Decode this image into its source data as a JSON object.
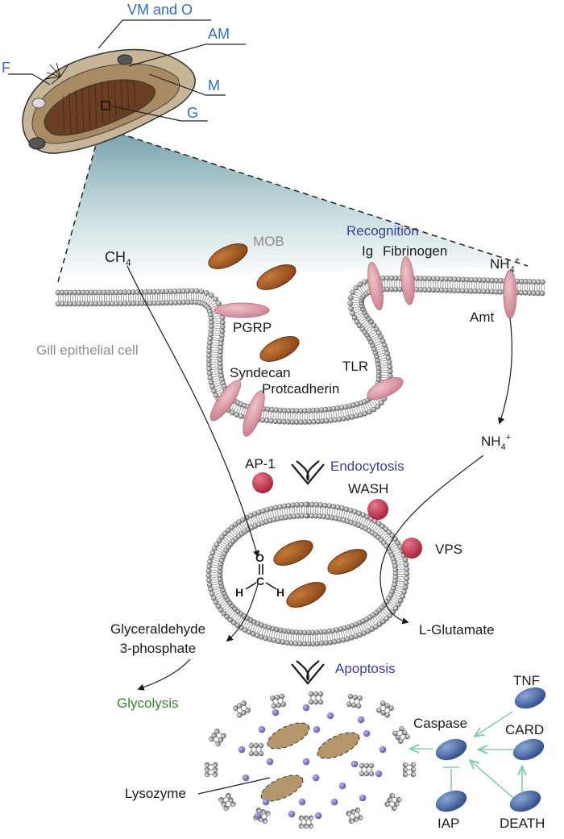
{
  "clam_labels": {
    "vm_and_o": "VM and O",
    "am": "AM",
    "f": "F",
    "m": "M",
    "g": "G"
  },
  "cell": {
    "gill_epithelial_cell": "Gill epithelial cell",
    "ch4": "CH",
    "ch4_sub": "4",
    "mob": "MOB",
    "recognition": "Recognition",
    "ig": "Ig",
    "fibrinogen": "Fibrinogen",
    "nh4_top": "NH",
    "nh4_top_sub": "4",
    "nh4_top_sup": "+",
    "amt": "Amt",
    "pgrp": "PGRP",
    "syndecan": "Syndecan",
    "protcadherin": "Protcadherin",
    "tlr": "TLR",
    "nh4_mid": "NH",
    "nh4_mid_sub": "4",
    "nh4_mid_sup": "+"
  },
  "process": {
    "ap1": "AP-1",
    "endocytosis": "Endocytosis",
    "wash": "WASH",
    "vps": "VPS",
    "formaldehyde_o": "O",
    "formaldehyde_c": "C",
    "formaldehyde_h1": "H",
    "formaldehyde_h2": "H",
    "glyceraldehyde_line1": "Glyceraldehyde",
    "glyceraldehyde_line2": "3-phosphate",
    "glutamate": "L-Glutamate",
    "apoptosis": "Apoptosis",
    "glycolysis": "Glycolysis",
    "lysozyme": "Lysozyme"
  },
  "signaling": {
    "tnf": "TNF",
    "caspase": "Caspase",
    "card": "CARD",
    "iap": "IAP",
    "death": "DEATH"
  },
  "colors": {
    "blue_label": "#3a6bb5",
    "indigo_label": "#3b3f8f",
    "green_label": "#3f7d3a",
    "bacteria": "#9c5724",
    "receptor": "#dc9ea8",
    "red_protein": "#c8405a",
    "signal_blue": "#3d5a98",
    "teal_arrow": "#8ac9b8"
  }
}
